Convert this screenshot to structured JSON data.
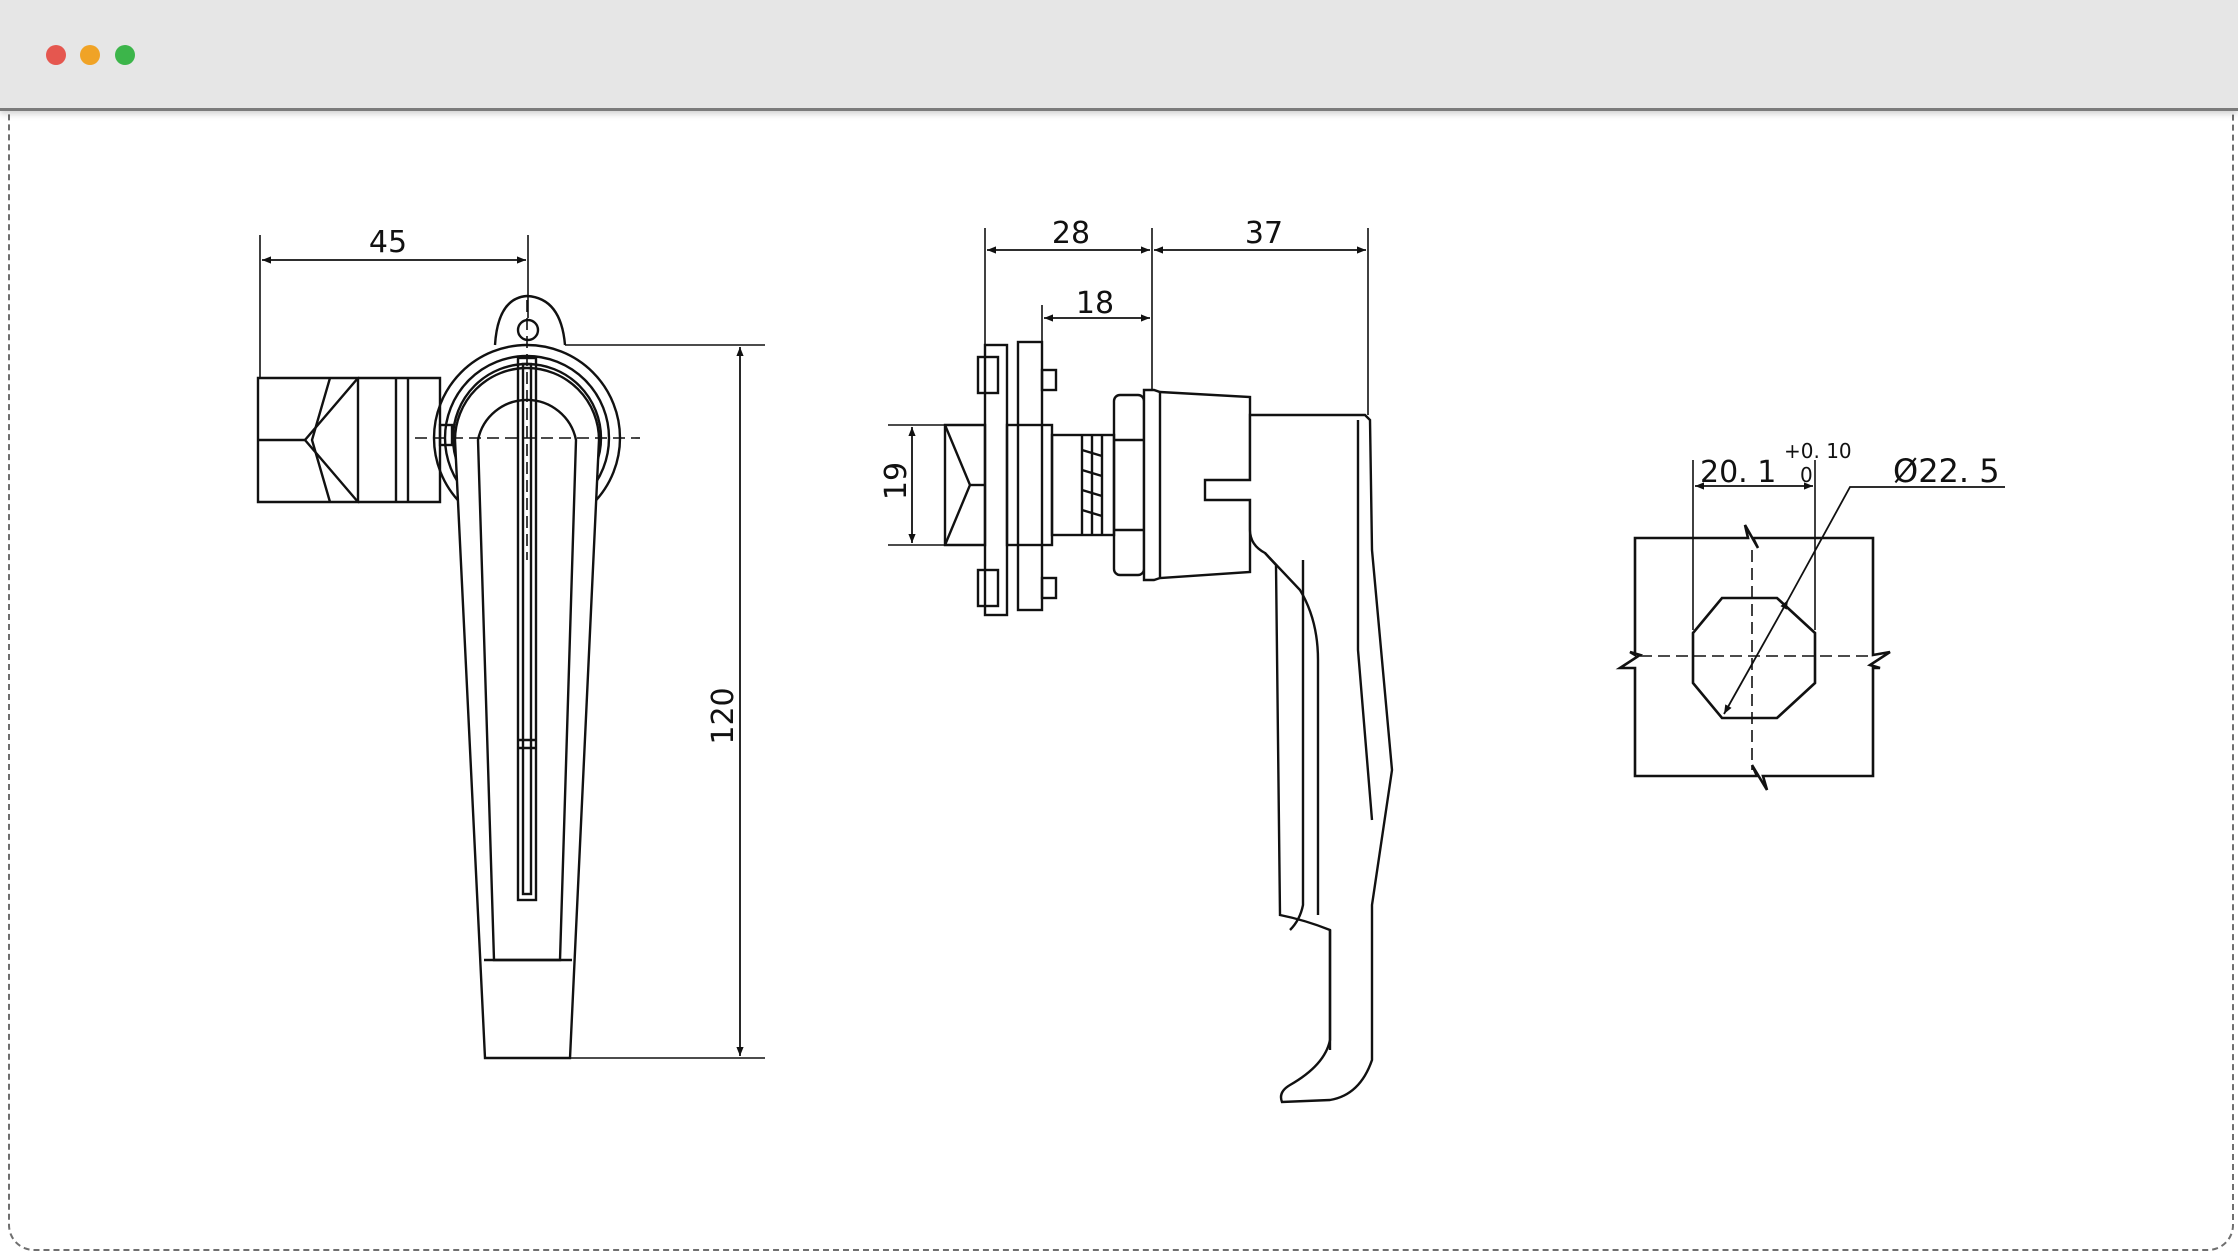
{
  "window": {
    "controls": [
      {
        "name": "close",
        "color": "#e5574f"
      },
      {
        "name": "minimize",
        "color": "#f0a326"
      },
      {
        "name": "maximize",
        "color": "#3cb54a"
      }
    ]
  },
  "drawing": {
    "front_view": {
      "width_dim": "45",
      "height_dim": "120"
    },
    "side_view": {
      "dim_total": "28",
      "dim_shaft": "18",
      "dim_handle": "37",
      "dim_square": "19"
    },
    "cutout": {
      "width_dim": "20. 1",
      "tol_upper": "+0. 10",
      "tol_lower": "0",
      "diameter_dim": "Ø22. 5"
    }
  }
}
